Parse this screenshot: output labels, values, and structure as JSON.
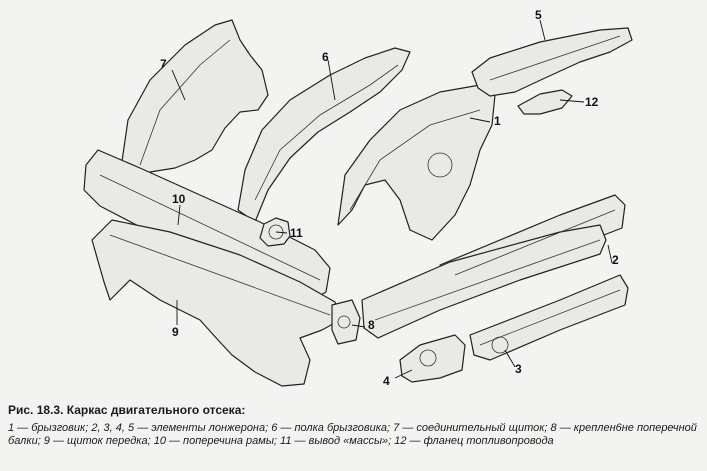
{
  "figure": {
    "callouts": [
      "1",
      "2",
      "3",
      "4",
      "5",
      "6",
      "7",
      "8",
      "9",
      "10",
      "11",
      "12"
    ]
  },
  "caption": {
    "title": "Рис. 18.3. Каркас двигательного отсека:",
    "legend": "1 — брызговик; 2, 3, 4, 5 — элементы лонжерона; 6 — полка брызговика; 7 — соединительный щиток; 8 — креплен6не поперечной балки; 9 — щиток передка; 10 — поперечина рамы; 11 — вывод «массы»; 12 — фланец топливопровода"
  }
}
